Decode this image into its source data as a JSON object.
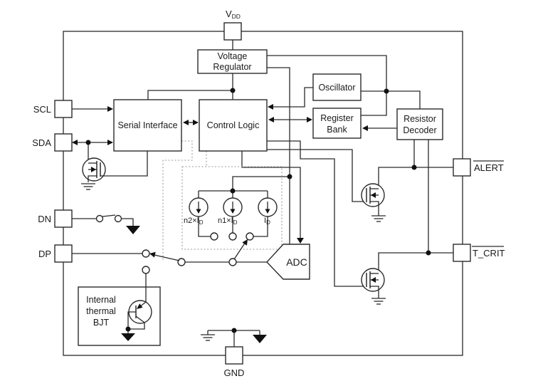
{
  "pins": {
    "vdd": {
      "text": "V",
      "sub": "DD"
    },
    "scl": {
      "text": "SCL"
    },
    "sda": {
      "text": "SDA"
    },
    "dn": {
      "text": "DN"
    },
    "dp": {
      "text": "DP"
    },
    "alert": {
      "text": "ALERT",
      "active_low": true
    },
    "tcrit": {
      "text": "T_CRIT",
      "active_low": true
    },
    "gnd": {
      "text": "GND"
    }
  },
  "blocks": {
    "voltage_regulator": {
      "line1": "Voltage",
      "line2": "Regulator"
    },
    "serial_interface": {
      "line1": "Serial Interface"
    },
    "control_logic": {
      "line1": "Control Logic"
    },
    "oscillator": {
      "line1": "Oscillator"
    },
    "register_bank": {
      "line1": "Register",
      "line2": "Bank"
    },
    "resistor_decoder": {
      "line1": "Resistor",
      "line2": "Decoder"
    },
    "adc": {
      "line1": "ADC"
    },
    "internal_bjt": {
      "line1": "Internal",
      "line2": "thermal",
      "line3": "BJT"
    }
  },
  "current_sources": [
    {
      "label": "n2×I",
      "sub": "D"
    },
    {
      "label": "n1×I",
      "sub": "D"
    },
    {
      "label": "I",
      "sub": "D"
    }
  ],
  "colors": {
    "wire": "#2a2a2a",
    "background": "#ffffff",
    "dotted": "#9a9a9a"
  }
}
